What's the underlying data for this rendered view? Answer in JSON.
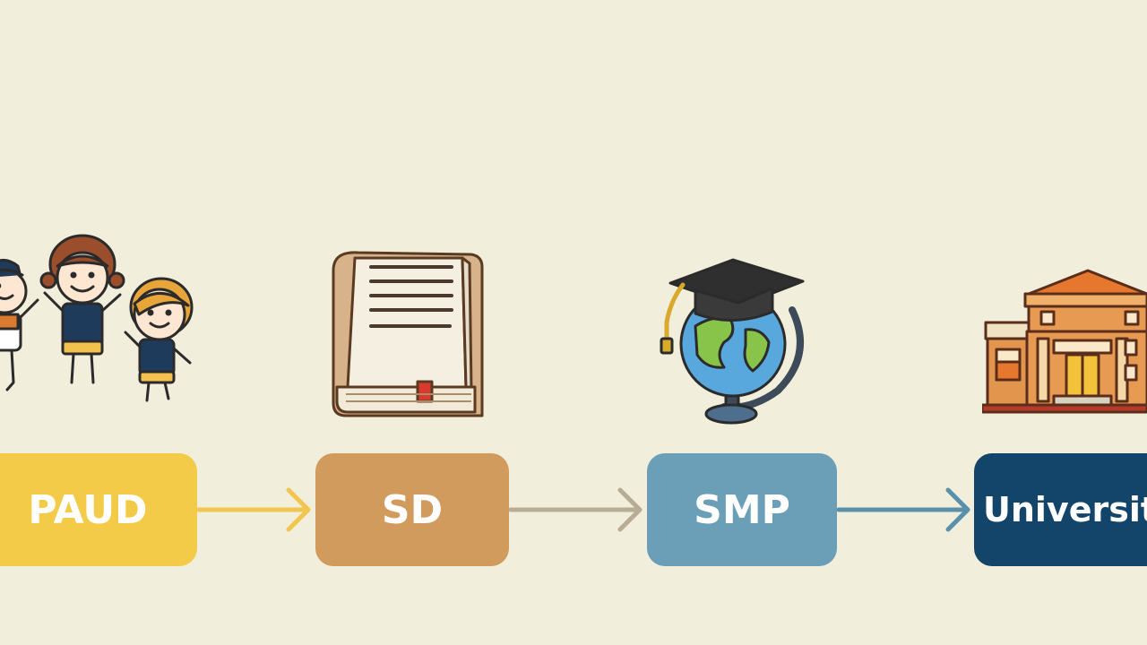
{
  "stages": [
    {
      "label": "PAUD",
      "color": "#f3cb48",
      "icon": "children-icon"
    },
    {
      "label": "SD",
      "color": "#d29b5e",
      "icon": "book-icon"
    },
    {
      "label": "SMP",
      "color": "#6b9fb8",
      "icon": "graduation-globe-icon"
    },
    {
      "label": "Universit",
      "color": "#13446a",
      "icon": "university-building-icon"
    }
  ],
  "arrow_colors": [
    "#f3cb48",
    "#b8ad94",
    "#6b9fb8"
  ],
  "background": "#f1eedb"
}
